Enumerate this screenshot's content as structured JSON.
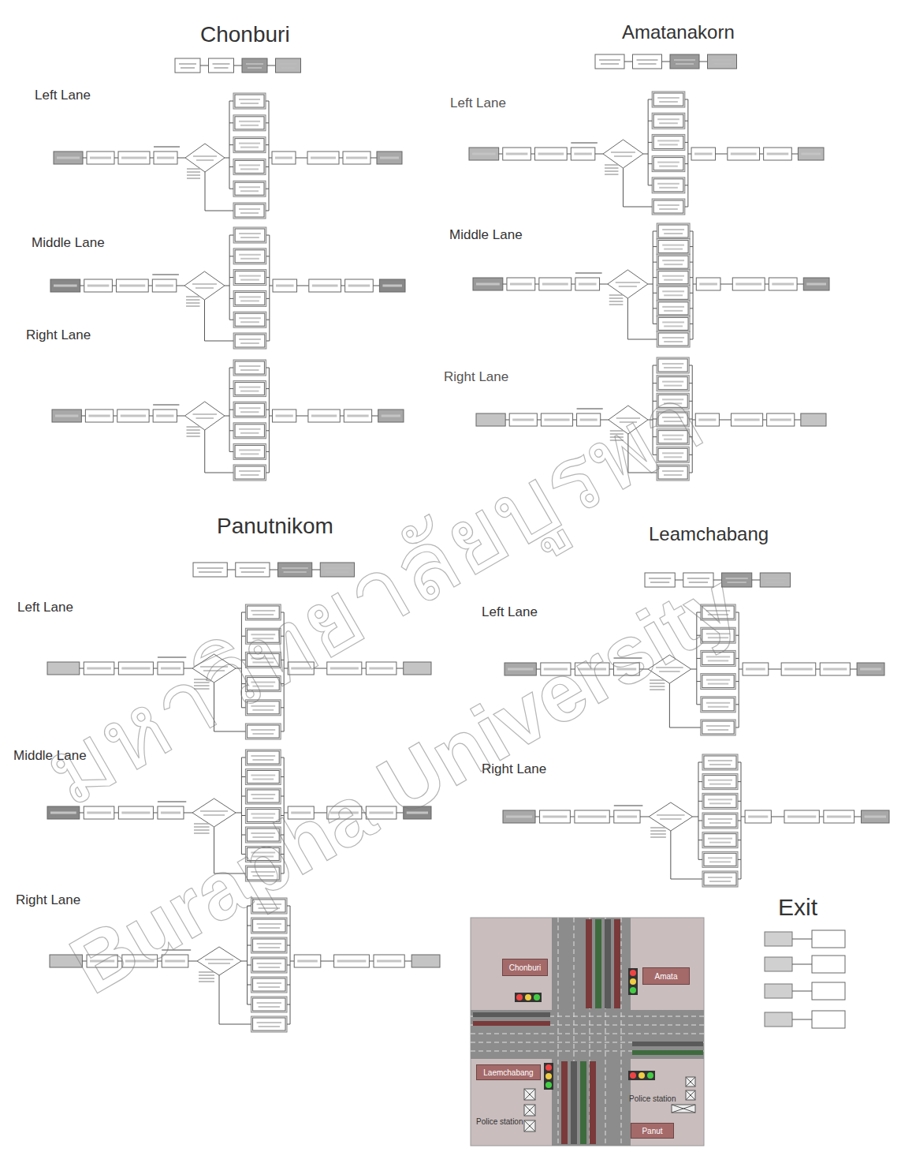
{
  "diagram": {
    "nodes": [
      {
        "text": [
          "Chonburi"
        ]
      },
      {
        "text": [
          "Amata"
        ]
      },
      {
        "text": [
          "Laemchabang"
        ]
      },
      {
        "text": [
          "Panut"
        ]
      }
    ],
    "labels": [
      "Chonburi",
      "Left Lane",
      "Middle Lane",
      "Right Lane",
      "Amatanakorn",
      "Left Lane",
      "Middle Lane",
      "Right Lane",
      "Panutnikom",
      "Left Lane",
      "Middle Lane",
      "Right Lane",
      "Leamchabang",
      "Left Lane",
      "Right Lane",
      "Exit",
      "Police station",
      "Police station",
      "มหาวิทยาลัยบูรพา",
      "Burapha University"
    ]
  }
}
